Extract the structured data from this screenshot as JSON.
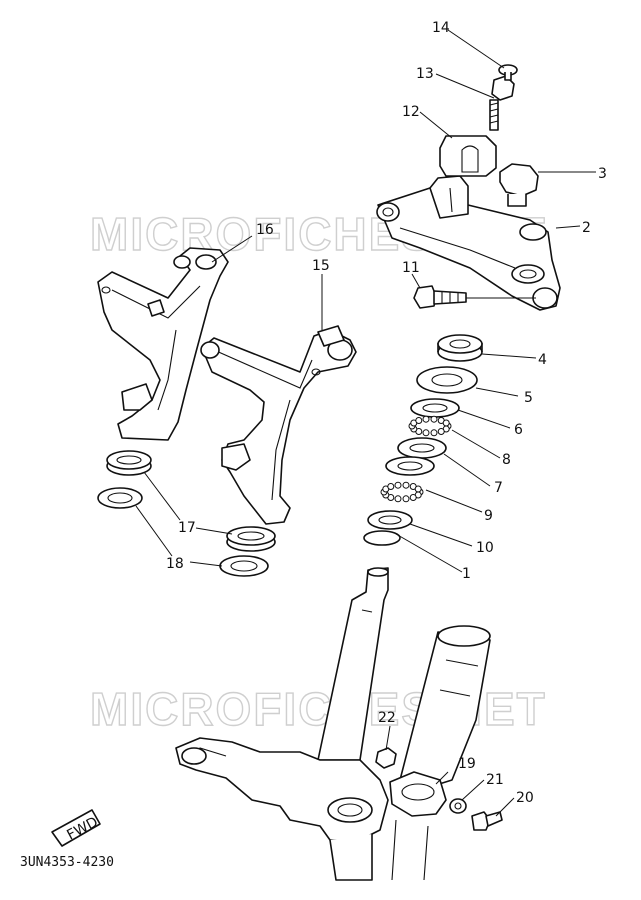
{
  "watermarks": [
    "MICROFICHES.NET",
    "MICROFICHES.NET"
  ],
  "diagram_code": "3UN4353-4230",
  "fwd_badge": "FWD",
  "callouts": {
    "c1": "1",
    "c2": "2",
    "c3": "3",
    "c4": "4",
    "c5": "5",
    "c6": "6",
    "c7": "7",
    "c8": "8",
    "c9": "9",
    "c10": "10",
    "c11": "11",
    "c12": "12",
    "c13": "13",
    "c14": "14",
    "c15": "15",
    "c16": "16",
    "c17": "17",
    "c18": "18",
    "c19": "19",
    "c20": "20",
    "c21": "21",
    "c22": "22"
  }
}
